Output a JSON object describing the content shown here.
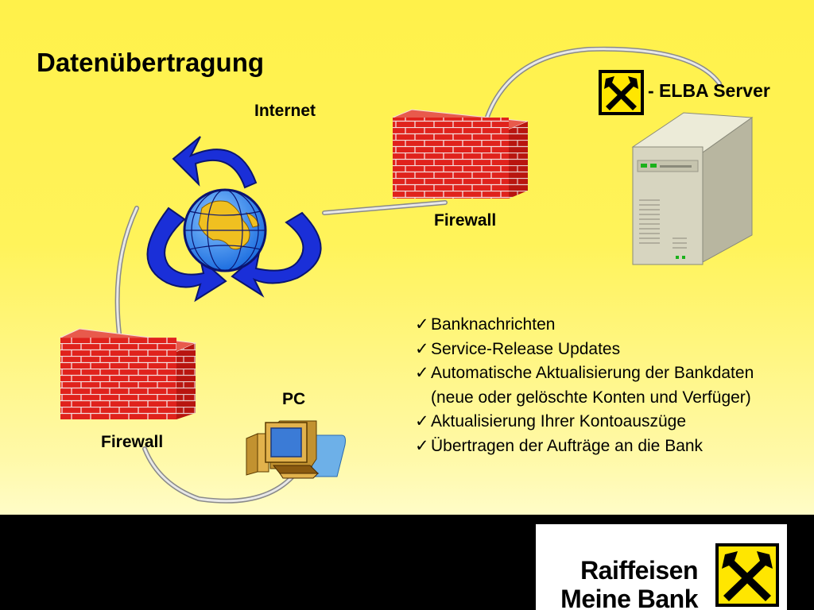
{
  "title": "Datenübertragung",
  "labels": {
    "internet": "Internet",
    "firewall_top": "Firewall",
    "firewall_bottom": "Firewall",
    "pc": "PC",
    "elba_server": "- ELBA Server"
  },
  "features": [
    "Banknachrichten",
    "Service-Release Updates",
    "Automatische Aktualisierung der Bankdaten (neue oder gelöschte Konten und Verfüger)",
    "Aktualisierung Ihrer Kontoauszüge",
    "Übertragen der Aufträge an die Bank"
  ],
  "bullet_symbol": "✓",
  "footer": {
    "brand_name": "Raiffeisen",
    "brand_slogan": "Meine Bank"
  },
  "colors": {
    "brick": "#e0221c",
    "arrow_blue": "#1a2fd8",
    "logo_yellow": "#ffe600"
  }
}
